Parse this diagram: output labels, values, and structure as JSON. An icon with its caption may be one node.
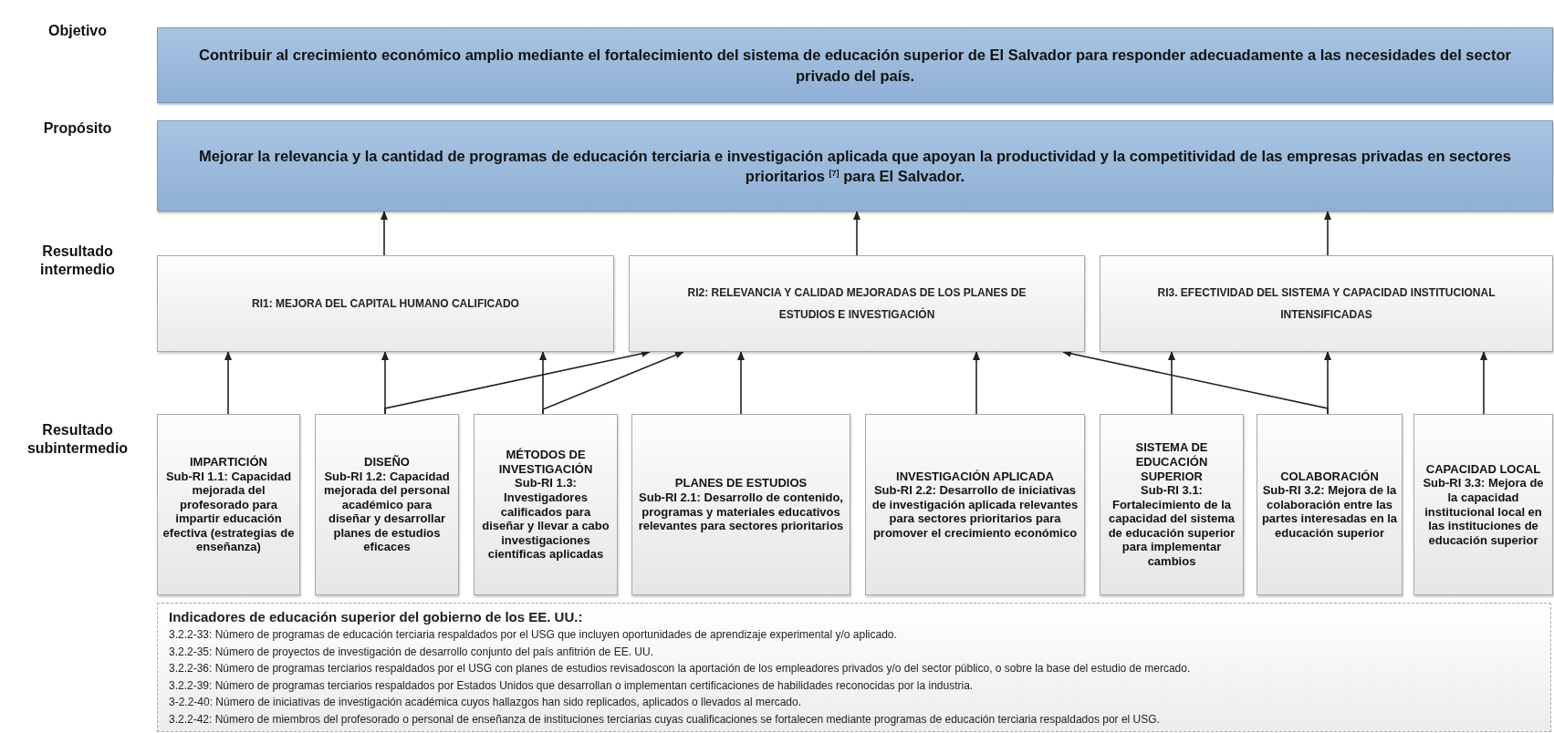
{
  "diagram": {
    "nodes": [
      {
        "text": [
          "Contribuir al crecimiento económico amplio mediante el fortalecimiento del sistema de educación superior de El Salvador para responder adecuadamente a las necesidades del sector privado del país."
        ]
      },
      {
        "text": [
          "Mejorar la relevancia y la cantidad de programas de educación terciaria e investigación aplicada que apoyan la productividad y la competitividad de las empresas privadas en sectores prioritarios $^{[7]}$ para El Salvador."
        ]
      },
      {
        "text": [
          "RI1: MEJORA DEL CAPITAL HUMANO CALIFICADO"
        ]
      },
      {
        "text": [
          "RI2: RELEVANCIA Y CALIDAD MEJORADAS DE LOS PLANES DE ESTUDIOS E INVESTIGACIÓN"
        ]
      },
      {
        "text": [
          "RI3. EFECTIVIDAD DEL SISTEMA Y CAPACIDAD INSTITUCIONAL INTENSIFICADAS"
        ]
      },
      {
        "text": [
          "IMPARTICIÓN",
          "Sub-RI 1.1: Capacidad mejorada del profesorado para impartir educación efectiva (estrategias de enseñanza)"
        ]
      },
      {
        "text": [
          "DISEÑO",
          "Sub-RI 1.2: Capacidad mejorada del personal académico para diseñar y desarrollar planes de estudios eficaces"
        ]
      },
      {
        "text": [
          "MÉTODOS DE INVESTIGACIÓN",
          "Sub-RI 1.3: Investigadores calificados para diseñar y llevar a cabo investigaciones científicas aplicadas"
        ]
      },
      {
        "text": [
          "PLANES DE ESTUDIOS",
          "Sub-RI 2.1: Desarrollo de contenido, programas y materiales educativos relevantes para sectores prioritarios"
        ]
      },
      {
        "text": [
          "INVESTIGACIÓN APLICADA",
          "Sub-RI 2.2: Desarrollo de iniciativas de investigación aplicada relevantes para sectores prioritarios para promover el crecimiento económico"
        ]
      },
      {
        "text": [
          "SISTEMA DE EDUCACIÓN SUPERIOR",
          "Sub-RI 3.1: Fortalecimiento de la capacidad del sistema de educación superior para implementar cambios"
        ]
      },
      {
        "text": [
          "COLABORACIÓN",
          "Sub-RI 3.2: Mejora de la colaboración entre las partes interesadas en la educación superior"
        ]
      },
      {
        "text": [
          "CAPACIDAD LOCAL",
          "Sub-RI 3.3: Mejora de la capacidad institucional local en las instituciones de educación superior"
        ]
      },
      {
        "text": [
          "Indicadores de educación superior del gobierno de los EE. UU.:",
          "3.2.2-33: Número de programas de educación terciaria respaldados por el USG que incluyen oportunidades de aprendizaje experimental y/o aplicado.",
          "3.2.2-35: Número de proyectos de investigación de desarrollo conjunto del país anfitrión de EE. UU.",
          "3.2.2-36: Número de programas terciarios respaldados por el USG con planes de estudios revisadoscon la aportación de los empleadores privados y/o del sector público, o sobre la base del estudio de mercado.",
          "3.2.2-39: Número de programas terciarios respaldados por Estados Unidos que desarrollan o implementan certificaciones de habilidades reconocidas por la industria.",
          "3-2.2-40: Número de iniciativas de investigación académica cuyos hallazgos han sido replicados, aplicados o llevados al mercado.",
          "3.2.2-42: Número de miembros del profesorado o personal de enseñanza de instituciones terciarias cuyas cualificaciones se fortalecen mediante programas de educación terciaria respaldados por el USG."
        ]
      }
    ],
    "edges": [
      {
        "from": 2,
        "to": 1,
        "arrow": "to"
      },
      {
        "from": 3,
        "to": 1,
        "arrow": "to"
      },
      {
        "from": 4,
        "to": 1,
        "arrow": "to"
      },
      {
        "from": 5,
        "to": 2,
        "arrow": "to"
      },
      {
        "from": 6,
        "to": 2,
        "arrow": "to"
      },
      {
        "from": 6,
        "to": 3,
        "arrow": "to"
      },
      {
        "from": 7,
        "to": 2,
        "arrow": "to"
      },
      {
        "from": 7,
        "to": 3,
        "arrow": "to"
      },
      {
        "from": 8,
        "to": 3,
        "arrow": "to"
      },
      {
        "from": 9,
        "to": 3,
        "arrow": "to"
      },
      {
        "from": 10,
        "to": 4,
        "arrow": "to"
      },
      {
        "from": 11,
        "to": 4,
        "arrow": "to"
      },
      {
        "from": 11,
        "to": 3,
        "arrow": "to"
      },
      {
        "from": 12,
        "to": 4,
        "arrow": "to"
      }
    ],
    "labels": [
      "Objetivo",
      "Propósito",
      "Resultado intermedio",
      "Resultado subintermedio"
    ]
  }
}
